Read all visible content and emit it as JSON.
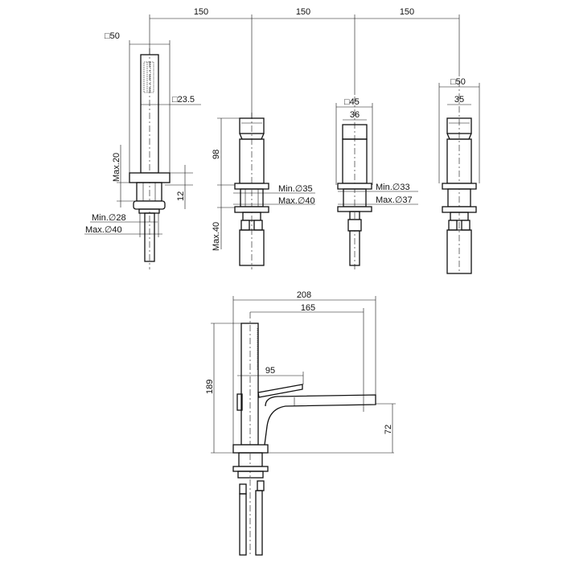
{
  "top_spacing": [
    "150",
    "150",
    "150"
  ],
  "hand_shower": {
    "head_square": "□50",
    "body_square": "□23.5",
    "max_thickness": "Max.20",
    "nut_height": "12",
    "min_hole": "Min.∅28",
    "max_hole": "Max.∅40"
  },
  "valve_left": {
    "height": "98",
    "min_hole": "Min.∅35",
    "max_hole": "Max.∅40",
    "max_thickness": "Max.40"
  },
  "valve_middle": {
    "square": "□45",
    "width": "36",
    "min_hole": "Min.∅33",
    "max_hole": "Max.∅37"
  },
  "valve_right": {
    "square": "□50",
    "width": "35"
  },
  "side_view": {
    "total_depth": "208",
    "spout_reach": "165",
    "lever_reach": "95",
    "total_height": "189",
    "spout_height": "72"
  }
}
